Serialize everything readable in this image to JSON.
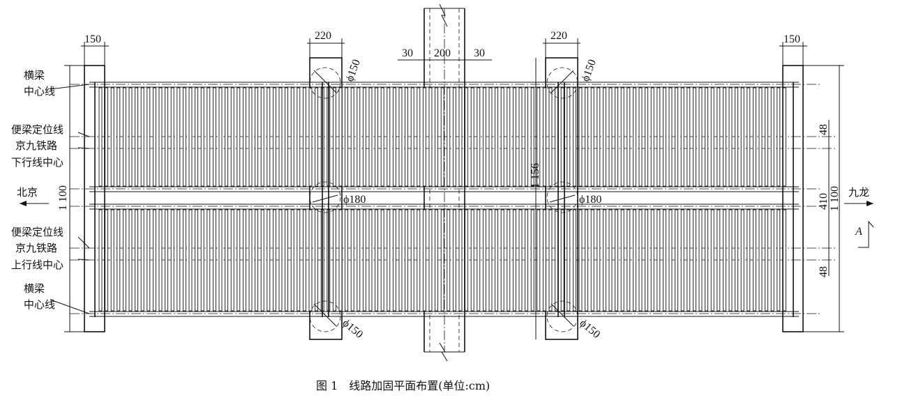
{
  "caption": "图 1　线路加固平面布置(单位:cm)",
  "labels": {
    "left_beam_top": [
      "横梁",
      "中心线"
    ],
    "left_pos_top": "便梁定位线",
    "left_track_down": [
      "京九铁路",
      "下行线中心"
    ],
    "left_pos_bottom": "便梁定位线",
    "left_track_up": [
      "京九铁路",
      "上行线中心"
    ],
    "left_beam_bottom": [
      "横梁",
      "中心线"
    ],
    "dir_left": "北京",
    "dir_right": "九龙",
    "section": "A"
  },
  "dimensions": {
    "abut_width_left": "150",
    "abut_width_right": "150",
    "pier_width_left": "220",
    "pier_width_right": "220",
    "gap_left": "30",
    "channel_width": "200",
    "gap_right": "30",
    "pile_top_left": "ϕ150",
    "pile_top_right": "ϕ150",
    "pile_bottom_left": "ϕ150",
    "pile_bottom_right": "ϕ150",
    "pile_mid_left": "ϕ180",
    "pile_mid_right": "ϕ180",
    "total_height_left": "1 100",
    "total_height_mid": "1 156",
    "track_spacing": "410",
    "offset_top": "48",
    "offset_bottom": "48",
    "height_right": "1 100"
  }
}
